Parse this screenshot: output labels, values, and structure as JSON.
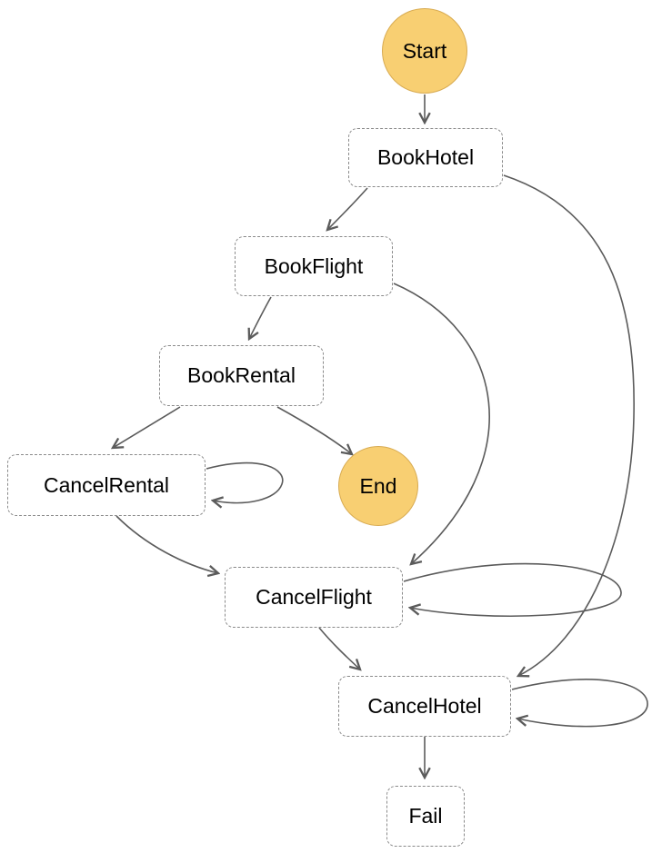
{
  "diagram": {
    "type": "state-machine",
    "nodes": {
      "start": {
        "label": "Start",
        "shape": "circle",
        "fill": "#F8CF72"
      },
      "book_hotel": {
        "label": "BookHotel",
        "shape": "dashed-rect"
      },
      "book_flight": {
        "label": "BookFlight",
        "shape": "dashed-rect"
      },
      "book_rental": {
        "label": "BookRental",
        "shape": "dashed-rect"
      },
      "cancel_rental": {
        "label": "CancelRental",
        "shape": "dashed-rect"
      },
      "end": {
        "label": "End",
        "shape": "circle",
        "fill": "#F8CF72"
      },
      "cancel_flight": {
        "label": "CancelFlight",
        "shape": "dashed-rect"
      },
      "cancel_hotel": {
        "label": "CancelHotel",
        "shape": "dashed-rect"
      },
      "fail": {
        "label": "Fail",
        "shape": "dashed-rect"
      }
    },
    "edges": [
      {
        "from": "Start",
        "to": "BookHotel"
      },
      {
        "from": "BookHotel",
        "to": "BookFlight"
      },
      {
        "from": "BookFlight",
        "to": "BookRental"
      },
      {
        "from": "BookRental",
        "to": "CancelRental"
      },
      {
        "from": "BookRental",
        "to": "End"
      },
      {
        "from": "CancelRental",
        "to": "CancelRental"
      },
      {
        "from": "CancelRental",
        "to": "CancelFlight"
      },
      {
        "from": "BookFlight",
        "to": "CancelFlight"
      },
      {
        "from": "CancelFlight",
        "to": "CancelFlight"
      },
      {
        "from": "CancelFlight",
        "to": "CancelHotel"
      },
      {
        "from": "BookHotel",
        "to": "CancelHotel"
      },
      {
        "from": "CancelHotel",
        "to": "CancelHotel"
      },
      {
        "from": "CancelHotel",
        "to": "Fail"
      }
    ],
    "colors": {
      "terminal_fill": "#F8CF72",
      "terminal_border": "#D8AB52",
      "task_border": "#8A8A8A",
      "edge": "#5B5B5B",
      "text": "#000000",
      "background": "#FFFFFF"
    }
  }
}
